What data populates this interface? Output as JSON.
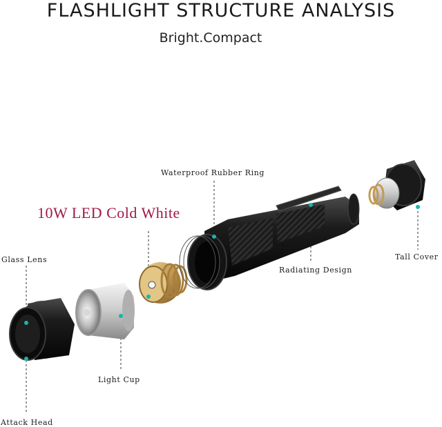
{
  "header": {
    "title": "FLASHLIGHT STRUCTURE ANALYSIS",
    "subtitle": "Bright.Compact"
  },
  "highlight": {
    "text": "10W LED Cold White",
    "color": "#a01747"
  },
  "labels": {
    "glass_lens": "Glass Lens",
    "attack_head": "Attack Head",
    "light_cup": "Light Cup",
    "rubber_ring": "Waterproof Rubber Ring",
    "radiating": "Radiating Design",
    "tail_cover": "Tall Cover"
  },
  "colors": {
    "accent_dot": "#19b4b0",
    "body_black": "#111111",
    "aluminum": "#c8c8c8",
    "brass": "#c49a54"
  }
}
